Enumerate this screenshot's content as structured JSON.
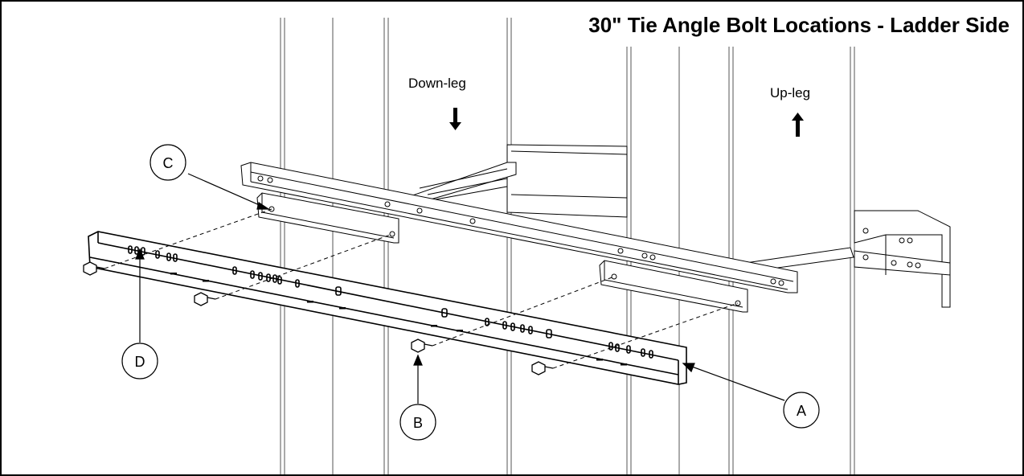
{
  "title": "30\" Tie Angle Bolt Locations - Ladder Side",
  "labels": {
    "down_leg": "Down-leg",
    "up_leg": "Up-leg"
  },
  "callouts": {
    "a": "A",
    "b": "B",
    "c": "C",
    "d": "D"
  },
  "colors": {
    "line": "#000000",
    "part_fill": "#ffffff",
    "border": "#000000"
  }
}
